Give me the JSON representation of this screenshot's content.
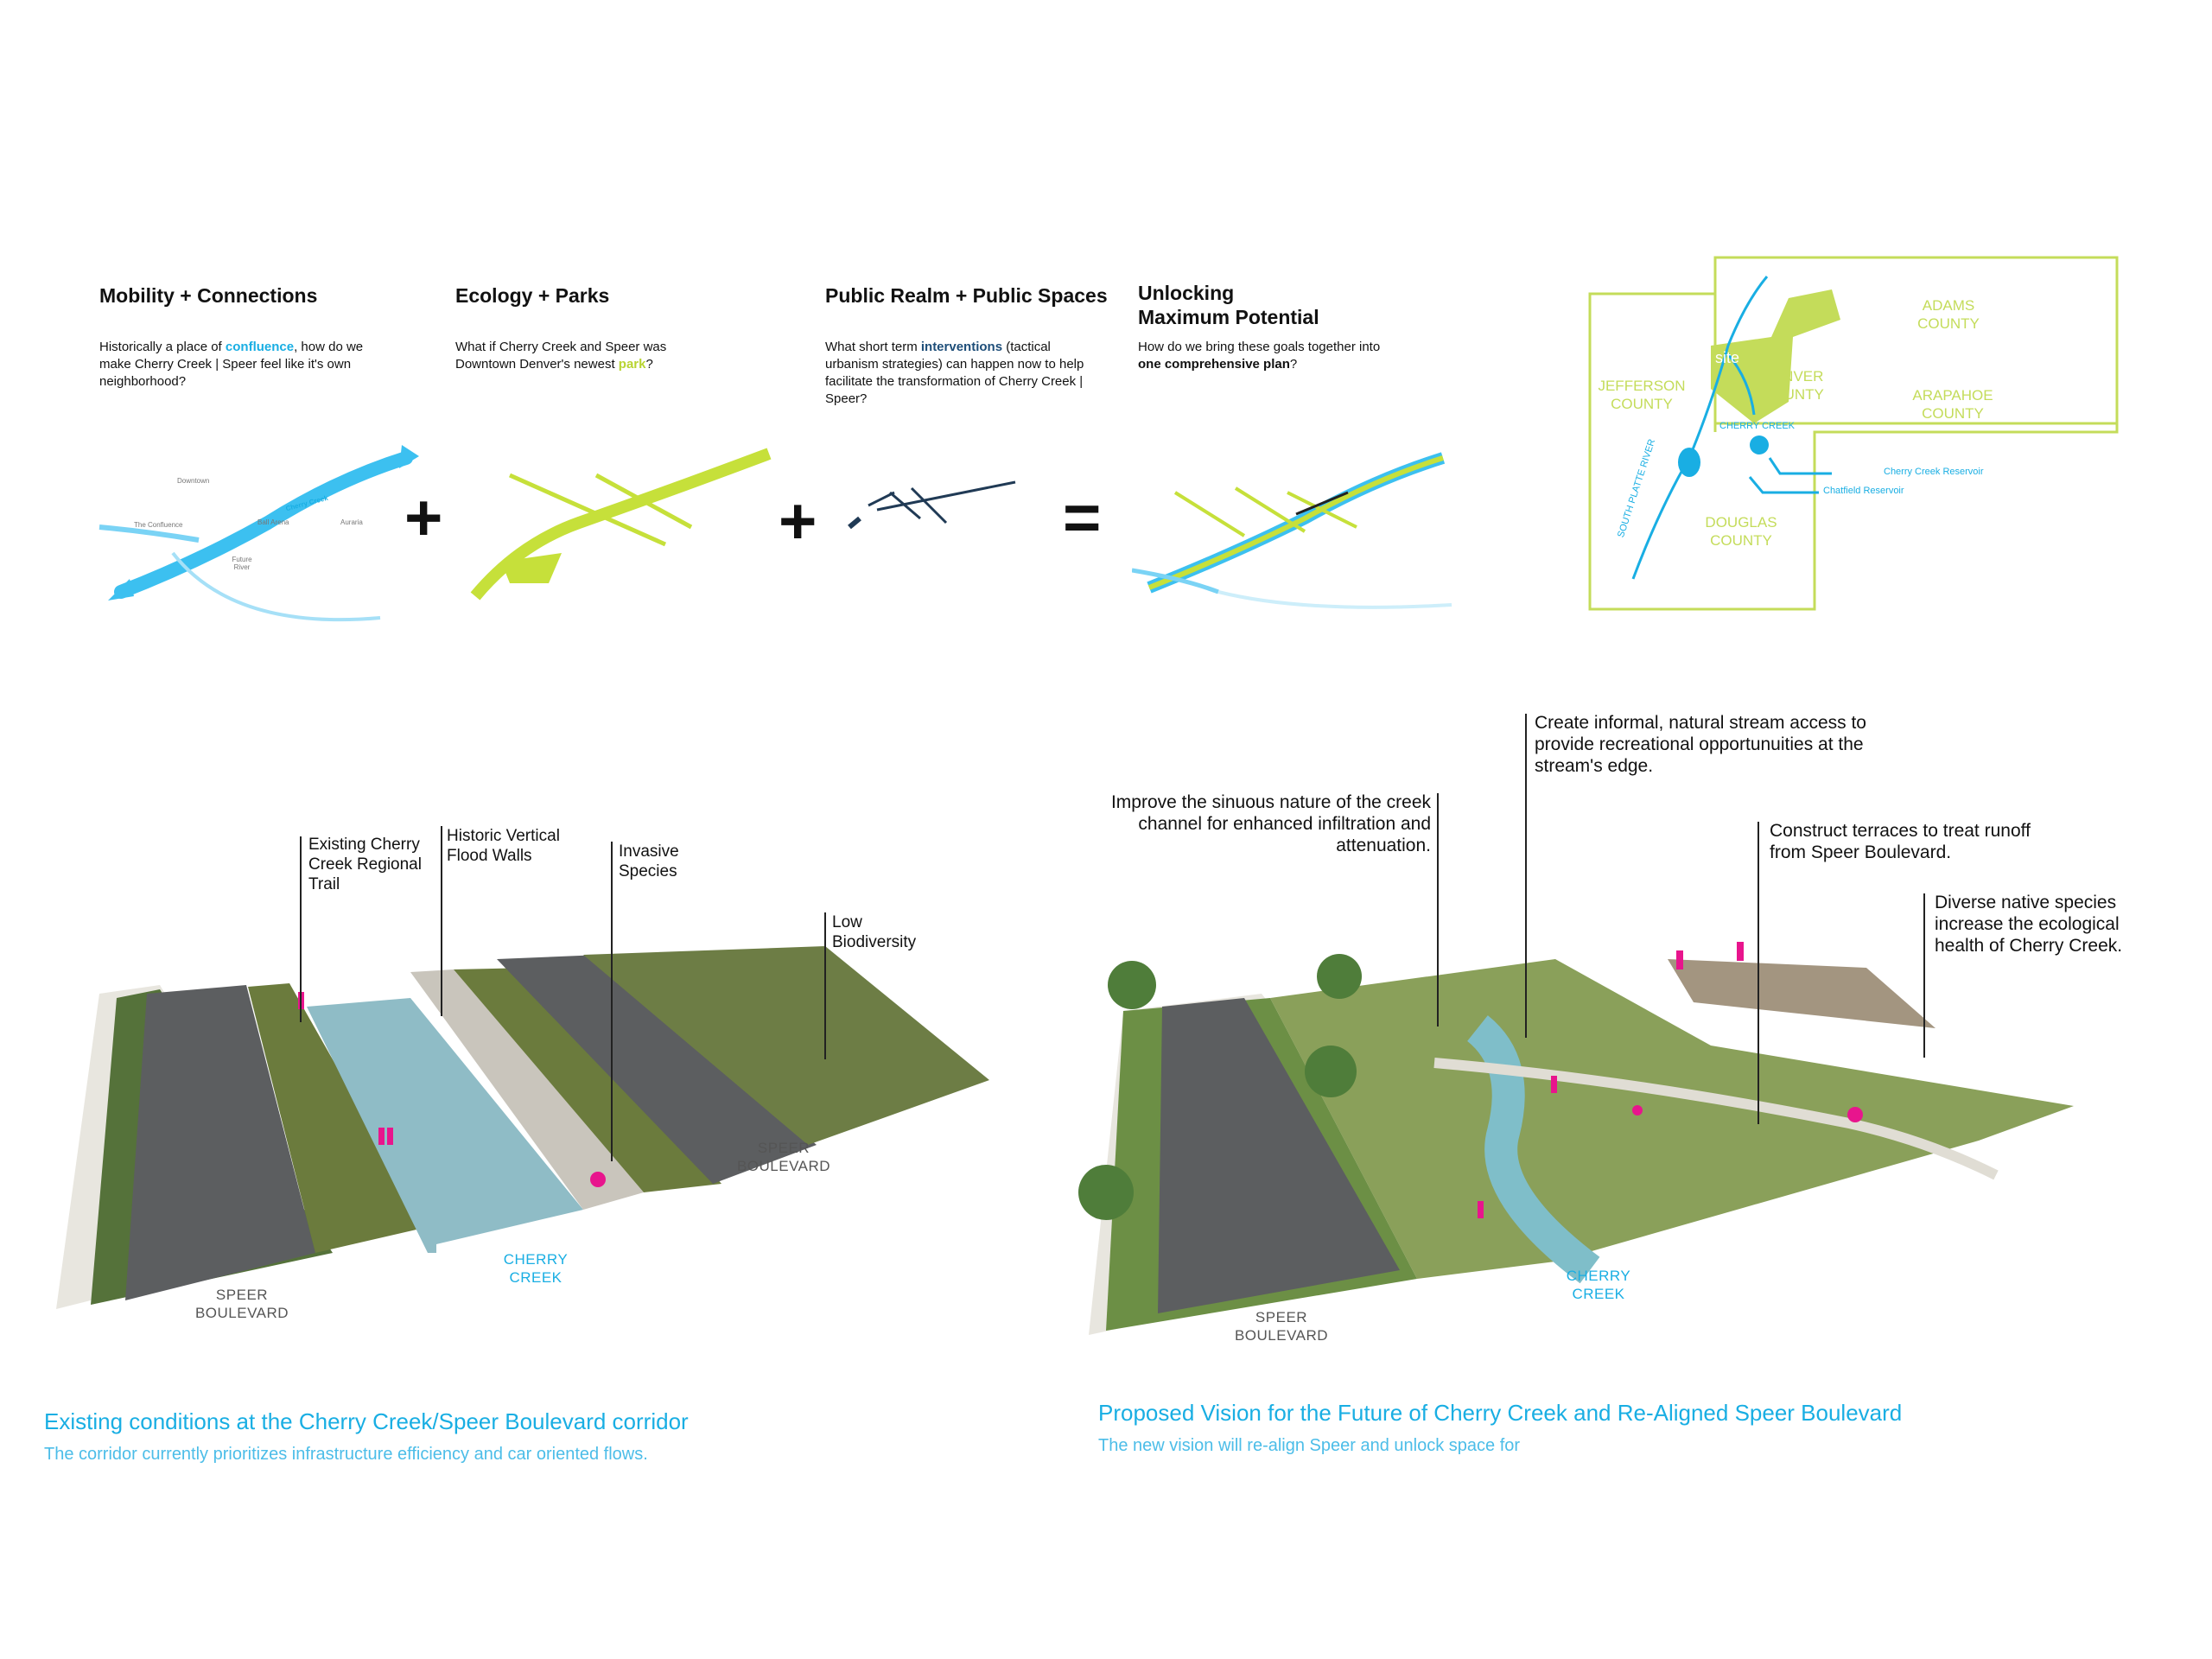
{
  "goals": [
    {
      "title": "Mobility + Connections",
      "text_before": "Historically a place of ",
      "highlight": "confluence",
      "text_after": ", how do we make Cherry Creek | Speer feel like it's own neighborhood?"
    },
    {
      "title": "Ecology + Parks",
      "text_before": "What if Cherry Creek and Speer was Downtown Denver's newest ",
      "highlight": "park",
      "text_after": "?"
    },
    {
      "title": "Public Realm + Public Spaces",
      "text_before": "What short term ",
      "highlight": "interventions",
      "text_after": " (tactical urbanism strategies) can happen now to help facilitate the transformation of Cherry Creek | Speer?"
    },
    {
      "title_line1": "Unlocking",
      "title_line2": "Maximum Potential",
      "text_before": "How do we bring these goals together into ",
      "highlight": "one comprehensive plan",
      "text_after": "?"
    }
  ],
  "operators": {
    "plus": "+",
    "equals": "="
  },
  "mobility_map_labels": {
    "downtown": "Downtown",
    "cherry_creek": "Cherry Creek",
    "confluence": "The Confluence",
    "ball_arena": "Ball Arena",
    "auraria": "Auraria",
    "future_river": "Future River"
  },
  "region_map": {
    "adams": "ADAMS COUNTY",
    "jefferson": "JEFFERSON COUNTY",
    "denver": "DENVER COUNTY",
    "arapahoe": "ARAPAHOE COUNTY",
    "douglas": "DOUGLAS COUNTY",
    "site": "site",
    "cherry_creek": "CHERRY CREEK",
    "south_platte": "SOUTH PLATTE RIVER",
    "cherry_creek_reservoir": "Cherry Creek Reservoir",
    "chatfield_reservoir": "Chatfield Reservoir",
    "colors": {
      "county": "#c4dc5a",
      "water": "#19aee3"
    }
  },
  "existing": {
    "labels": {
      "trail": "Existing Cherry Creek Regional Trail",
      "walls": "Historic Vertical Flood Walls",
      "invasive": "Invasive Species",
      "biodiversity": "Low Biodiversity"
    },
    "speer_left": "SPEER BOULEVARD",
    "speer_right": "SPEER BOULEVARD",
    "creek": "CHERRY CREEK",
    "caption_title": "Existing conditions at the Cherry Creek/Speer Boulevard corridor",
    "caption_sub": "The corridor currently prioritizes infrastructure efficiency and car oriented flows."
  },
  "proposed": {
    "labels": {
      "sinuous": "Improve the sinuous nature of the creek channel for enhanced infiltration and attenuation.",
      "access": "Create informal, natural stream access to provide recreational opportunuities at the stream's edge.",
      "terraces": "Construct terraces to treat runoff from Speer Boulevard.",
      "species": "Diverse native species increase the ecological health of Cherry Creek."
    },
    "speer": "SPEER BOULEVARD",
    "creek": "CHERRY CREEK",
    "caption_title": "Proposed Vision for the Future of Cherry Creek and Re-Aligned Speer Boulevard",
    "caption_sub": "The new vision will re-align Speer and unlock space for"
  }
}
